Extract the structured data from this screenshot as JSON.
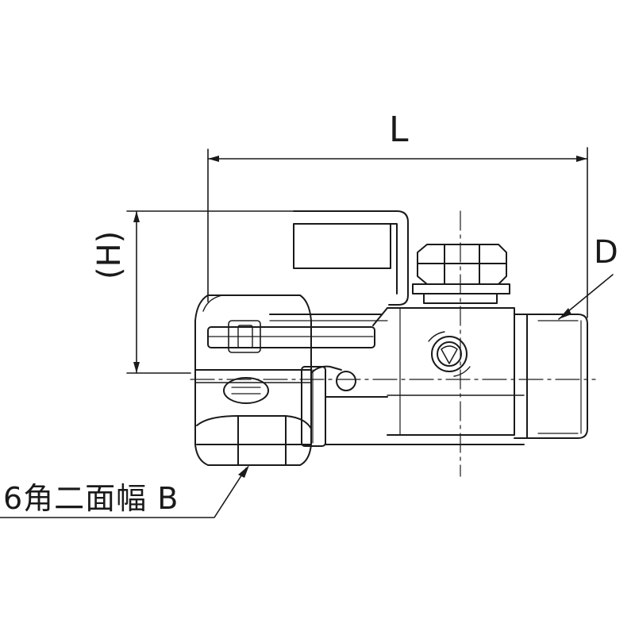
{
  "labels": {
    "length": "L",
    "height": "(H)",
    "diameter": "D",
    "hex_width": "6角二面幅 B"
  },
  "colors": {
    "line": "#1a1a1a",
    "hatch": "#555555",
    "background": "#ffffff"
  }
}
